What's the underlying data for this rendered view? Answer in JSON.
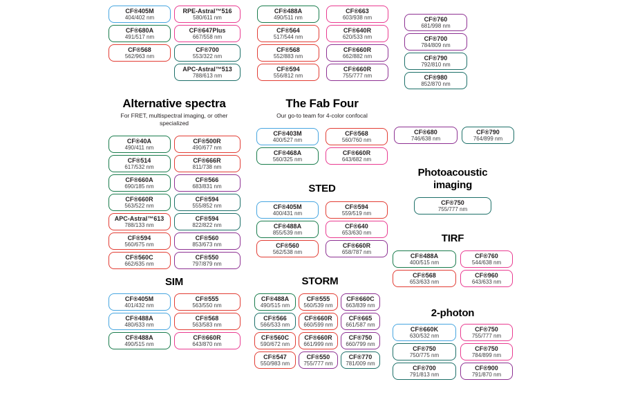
{
  "colors": {
    "blue": "#46a5e0",
    "green": "#187b4b",
    "red": "#e23c33",
    "pink": "#e93a90",
    "purple": "#8d3092",
    "teal": "#1c6f68"
  },
  "top": {
    "col1": [
      {
        "name": "CF®405M",
        "ex_em": "404/402 nm",
        "color": "blue"
      },
      {
        "name": "CF®680A",
        "ex_em": "491/517 nm",
        "color": "green"
      },
      {
        "name": "CF®568",
        "ex_em": "562/963 nm",
        "color": "red"
      }
    ],
    "col2": [
      {
        "name": "RPE-Astral™516",
        "ex_em": "580/611 nm",
        "color": "pink"
      },
      {
        "name": "CF®647Plus",
        "ex_em": "667/558 nm",
        "color": "pink"
      },
      {
        "name": "CF®700",
        "ex_em": "553/322 nm",
        "color": "teal"
      },
      {
        "name": "APC-Astral™513",
        "ex_em": "788/613 nm",
        "color": "teal"
      }
    ],
    "col3": [
      {
        "name": "CF®488A",
        "ex_em": "490/511 nm",
        "color": "green"
      },
      {
        "name": "CF®564",
        "ex_em": "517/544 nm",
        "color": "red"
      },
      {
        "name": "CF®568",
        "ex_em": "552/883 nm",
        "color": "red"
      },
      {
        "name": "CF®594",
        "ex_em": "556/812 nm",
        "color": "red"
      }
    ],
    "col4": [
      {
        "name": "CF®663",
        "ex_em": "603/938 nm",
        "color": "pink"
      },
      {
        "name": "CF®640R",
        "ex_em": "620/533 nm",
        "color": "pink"
      },
      {
        "name": "CF®660R",
        "ex_em": "662/882 nm",
        "color": "purple"
      },
      {
        "name": "CF®660R",
        "ex_em": "755/777 nm",
        "color": "purple"
      }
    ],
    "col5": [
      {
        "name": "CF®760",
        "ex_em": "681/998 nm",
        "color": "purple"
      },
      {
        "name": "CF®700",
        "ex_em": "784/809 nm",
        "color": "purple"
      },
      {
        "name": "CF®790",
        "ex_em": "792/810 nm",
        "color": "teal"
      },
      {
        "name": "CF®980",
        "ex_em": "852/870 nm",
        "color": "teal"
      }
    ]
  },
  "sections": {
    "alt": {
      "title": "Alternative spectra",
      "subtitle": "For FRET, multispectral imaging, or other specialized",
      "pills": [
        {
          "name": "CF®40A",
          "ex_em": "490/411 nm",
          "color": "green"
        },
        {
          "name": "CF®500R",
          "ex_em": "490/677 nm",
          "color": "red"
        },
        {
          "name": "CF®514",
          "ex_em": "617/532 nm",
          "color": "green"
        },
        {
          "name": "CF®666R",
          "ex_em": "811/738 nm",
          "color": "red"
        },
        {
          "name": "CF®660A",
          "ex_em": "690/185 nm",
          "color": "green"
        },
        {
          "name": "CF®566",
          "ex_em": "683/831 nm",
          "color": "purple"
        },
        {
          "name": "CF®660R",
          "ex_em": "563/522 nm",
          "color": "green"
        },
        {
          "name": "CF®594",
          "ex_em": "555/852 nm",
          "color": "teal"
        },
        {
          "name": "APC-Astral™613",
          "ex_em": "788/133 nm",
          "color": "red"
        },
        {
          "name": "CF®594",
          "ex_em": "822/822 nm",
          "color": "teal"
        },
        {
          "name": "CF®594",
          "ex_em": "560/675 nm",
          "color": "red"
        },
        {
          "name": "CF®560",
          "ex_em": "853/673 nm",
          "color": "purple"
        },
        {
          "name": "CF®560C",
          "ex_em": "662/635 nm",
          "color": "red"
        },
        {
          "name": "CF®550",
          "ex_em": "797/879 nm",
          "color": "purple"
        }
      ]
    },
    "fabfour": {
      "title": "The Fab Four",
      "subtitle": "Our go-to team for 4-color confocal",
      "pills": [
        {
          "name": "CF®403M",
          "ex_em": "400/527 nm",
          "color": "blue"
        },
        {
          "name": "CF®568",
          "ex_em": "560/760 nm",
          "color": "red"
        },
        {
          "name": "CF®468A",
          "ex_em": "560/325 nm",
          "color": "green"
        },
        {
          "name": "CF®660R",
          "ex_em": "643/682 nm",
          "color": "pink"
        }
      ]
    },
    "pair": {
      "pills": [
        {
          "name": "CF®680",
          "ex_em": "746/638 nm",
          "color": "purple"
        },
        {
          "name": "CF®790",
          "ex_em": "764/899 nm",
          "color": "teal"
        }
      ]
    },
    "photoacoustic": {
      "title": "Photoacoustic imaging",
      "pills": [
        {
          "name": "CF®750",
          "ex_em": "755/777 nm",
          "color": "teal"
        }
      ]
    },
    "sted": {
      "title": "STED",
      "pills": [
        {
          "name": "CF®405M",
          "ex_em": "400/431 nm",
          "color": "blue"
        },
        {
          "name": "CF®594",
          "ex_em": "559/519 nm",
          "color": "red"
        },
        {
          "name": "CF®488A",
          "ex_em": "855/539 nm",
          "color": "green"
        },
        {
          "name": "CF®640",
          "ex_em": "653/630 nm",
          "color": "pink"
        },
        {
          "name": "CF®560",
          "ex_em": "562/538 nm",
          "color": "red"
        },
        {
          "name": "CF®660R",
          "ex_em": "658/787 nm",
          "color": "purple"
        }
      ]
    },
    "tirf": {
      "title": "TIRF",
      "pills": [
        {
          "name": "CF®488A",
          "ex_em": "400/515 nm",
          "color": "green"
        },
        {
          "name": "CF®760",
          "ex_em": "544/638 nm",
          "color": "pink"
        },
        {
          "name": "CF®568",
          "ex_em": "653/633 nm",
          "color": "red"
        },
        {
          "name": "CF®960",
          "ex_em": "643/633 nm",
          "color": "pink"
        }
      ]
    },
    "sim": {
      "title": "SIM",
      "pills": [
        {
          "name": "CF®405M",
          "ex_em": "401/432 nm",
          "color": "blue"
        },
        {
          "name": "CF®555",
          "ex_em": "563/550 nm",
          "color": "red"
        },
        {
          "name": "CF®488A",
          "ex_em": "480/633 nm",
          "color": "blue"
        },
        {
          "name": "CF®568",
          "ex_em": "563/583 nm",
          "color": "red"
        },
        {
          "name": "CF®488A",
          "ex_em": "490/515 nm",
          "color": "green"
        },
        {
          "name": "CF®660R",
          "ex_em": "643/870 nm",
          "color": "pink"
        }
      ]
    },
    "storm": {
      "title": "STORM",
      "pills": [
        {
          "name": "CF®488A",
          "ex_em": "490/515 nm",
          "color": "green"
        },
        {
          "name": "CF®555",
          "ex_em": "560/539 nm",
          "color": "red"
        },
        {
          "name": "CF®660C",
          "ex_em": "663/839 nm",
          "color": "purple"
        },
        {
          "name": "CF®566",
          "ex_em": "566/533 nm",
          "color": "teal"
        },
        {
          "name": "CF®660R",
          "ex_em": "660/599 nm",
          "color": "red"
        },
        {
          "name": "CF®665",
          "ex_em": "661/587 nm",
          "color": "purple"
        },
        {
          "name": "CF®560C",
          "ex_em": "590/672 nm",
          "color": "red"
        },
        {
          "name": "CF®660R",
          "ex_em": "661/999 nm",
          "color": "red"
        },
        {
          "name": "CF®750",
          "ex_em": "660/799 nm",
          "color": "purple"
        },
        {
          "name": "CF®547",
          "ex_em": "550/983 nm",
          "color": "red"
        },
        {
          "name": "CF®550",
          "ex_em": "755/777 nm",
          "color": "purple"
        },
        {
          "name": "CF®770",
          "ex_em": "781/009 nm",
          "color": "teal"
        }
      ]
    },
    "twophoton": {
      "title": "2-photon",
      "pills": [
        {
          "name": "CF®660K",
          "ex_em": "630/532 nm",
          "color": "blue"
        },
        {
          "name": "CF®750",
          "ex_em": "755/777 nm",
          "color": "pink"
        },
        {
          "name": "CF®750",
          "ex_em": "750/775 nm",
          "color": "teal"
        },
        {
          "name": "CF®750",
          "ex_em": "784/899 nm",
          "color": "pink"
        },
        {
          "name": "CF®700",
          "ex_em": "791/813 nm",
          "color": "teal"
        },
        {
          "name": "CF®900",
          "ex_em": "791/870 nm",
          "color": "purple"
        }
      ]
    }
  }
}
